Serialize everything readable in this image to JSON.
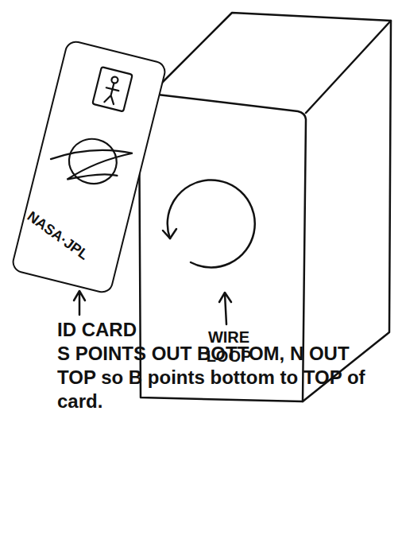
{
  "diagram": {
    "nodes": [
      {
        "text": [
          "NASA·JPL"
        ]
      }
    ],
    "labels": [
      "ID CARD",
      "S POINTS OUT BOTTOM, N OUT TOP so B points bottom to TOP of card.",
      "WIRE LOOP"
    ]
  }
}
